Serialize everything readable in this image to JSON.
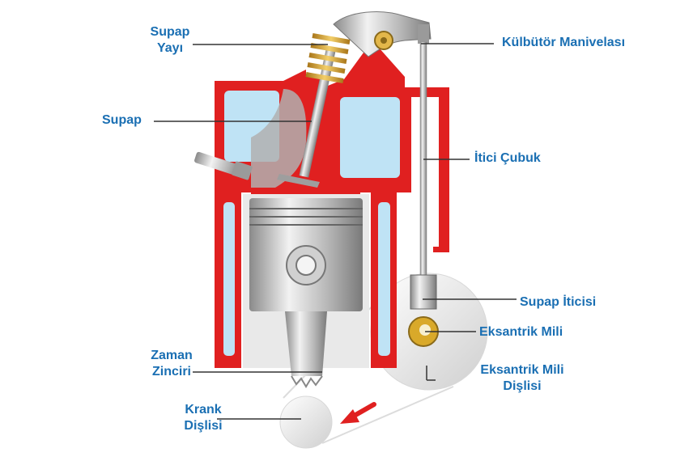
{
  "colors": {
    "label_text": "#1a6fb3",
    "leader_line": "#333333",
    "engine_block": "#e02020",
    "coolant": "#bfe3f5",
    "metal": "#b8b8b8",
    "spring": "#d8a020",
    "arrow": "#e02020"
  },
  "labels": {
    "supap_yayi_line1": "Supap",
    "supap_yayi_line2": "Yayı",
    "supap": "Supap",
    "kulbutor": "Külbütör Manivelası",
    "itici_cubuk": "İtici Çubuk",
    "supap_iticisi": "Supap İticisi",
    "eksantrik_mili": "Eksantrik Mili",
    "eksantrik_disli_line1": "Eksantrik Mili",
    "eksantrik_disli_line2": "Dişlisi",
    "zaman_line1": "Zaman",
    "zaman_line2": "Zinciri",
    "krank_line1": "Krank",
    "krank_line2": "Dişlisi"
  }
}
